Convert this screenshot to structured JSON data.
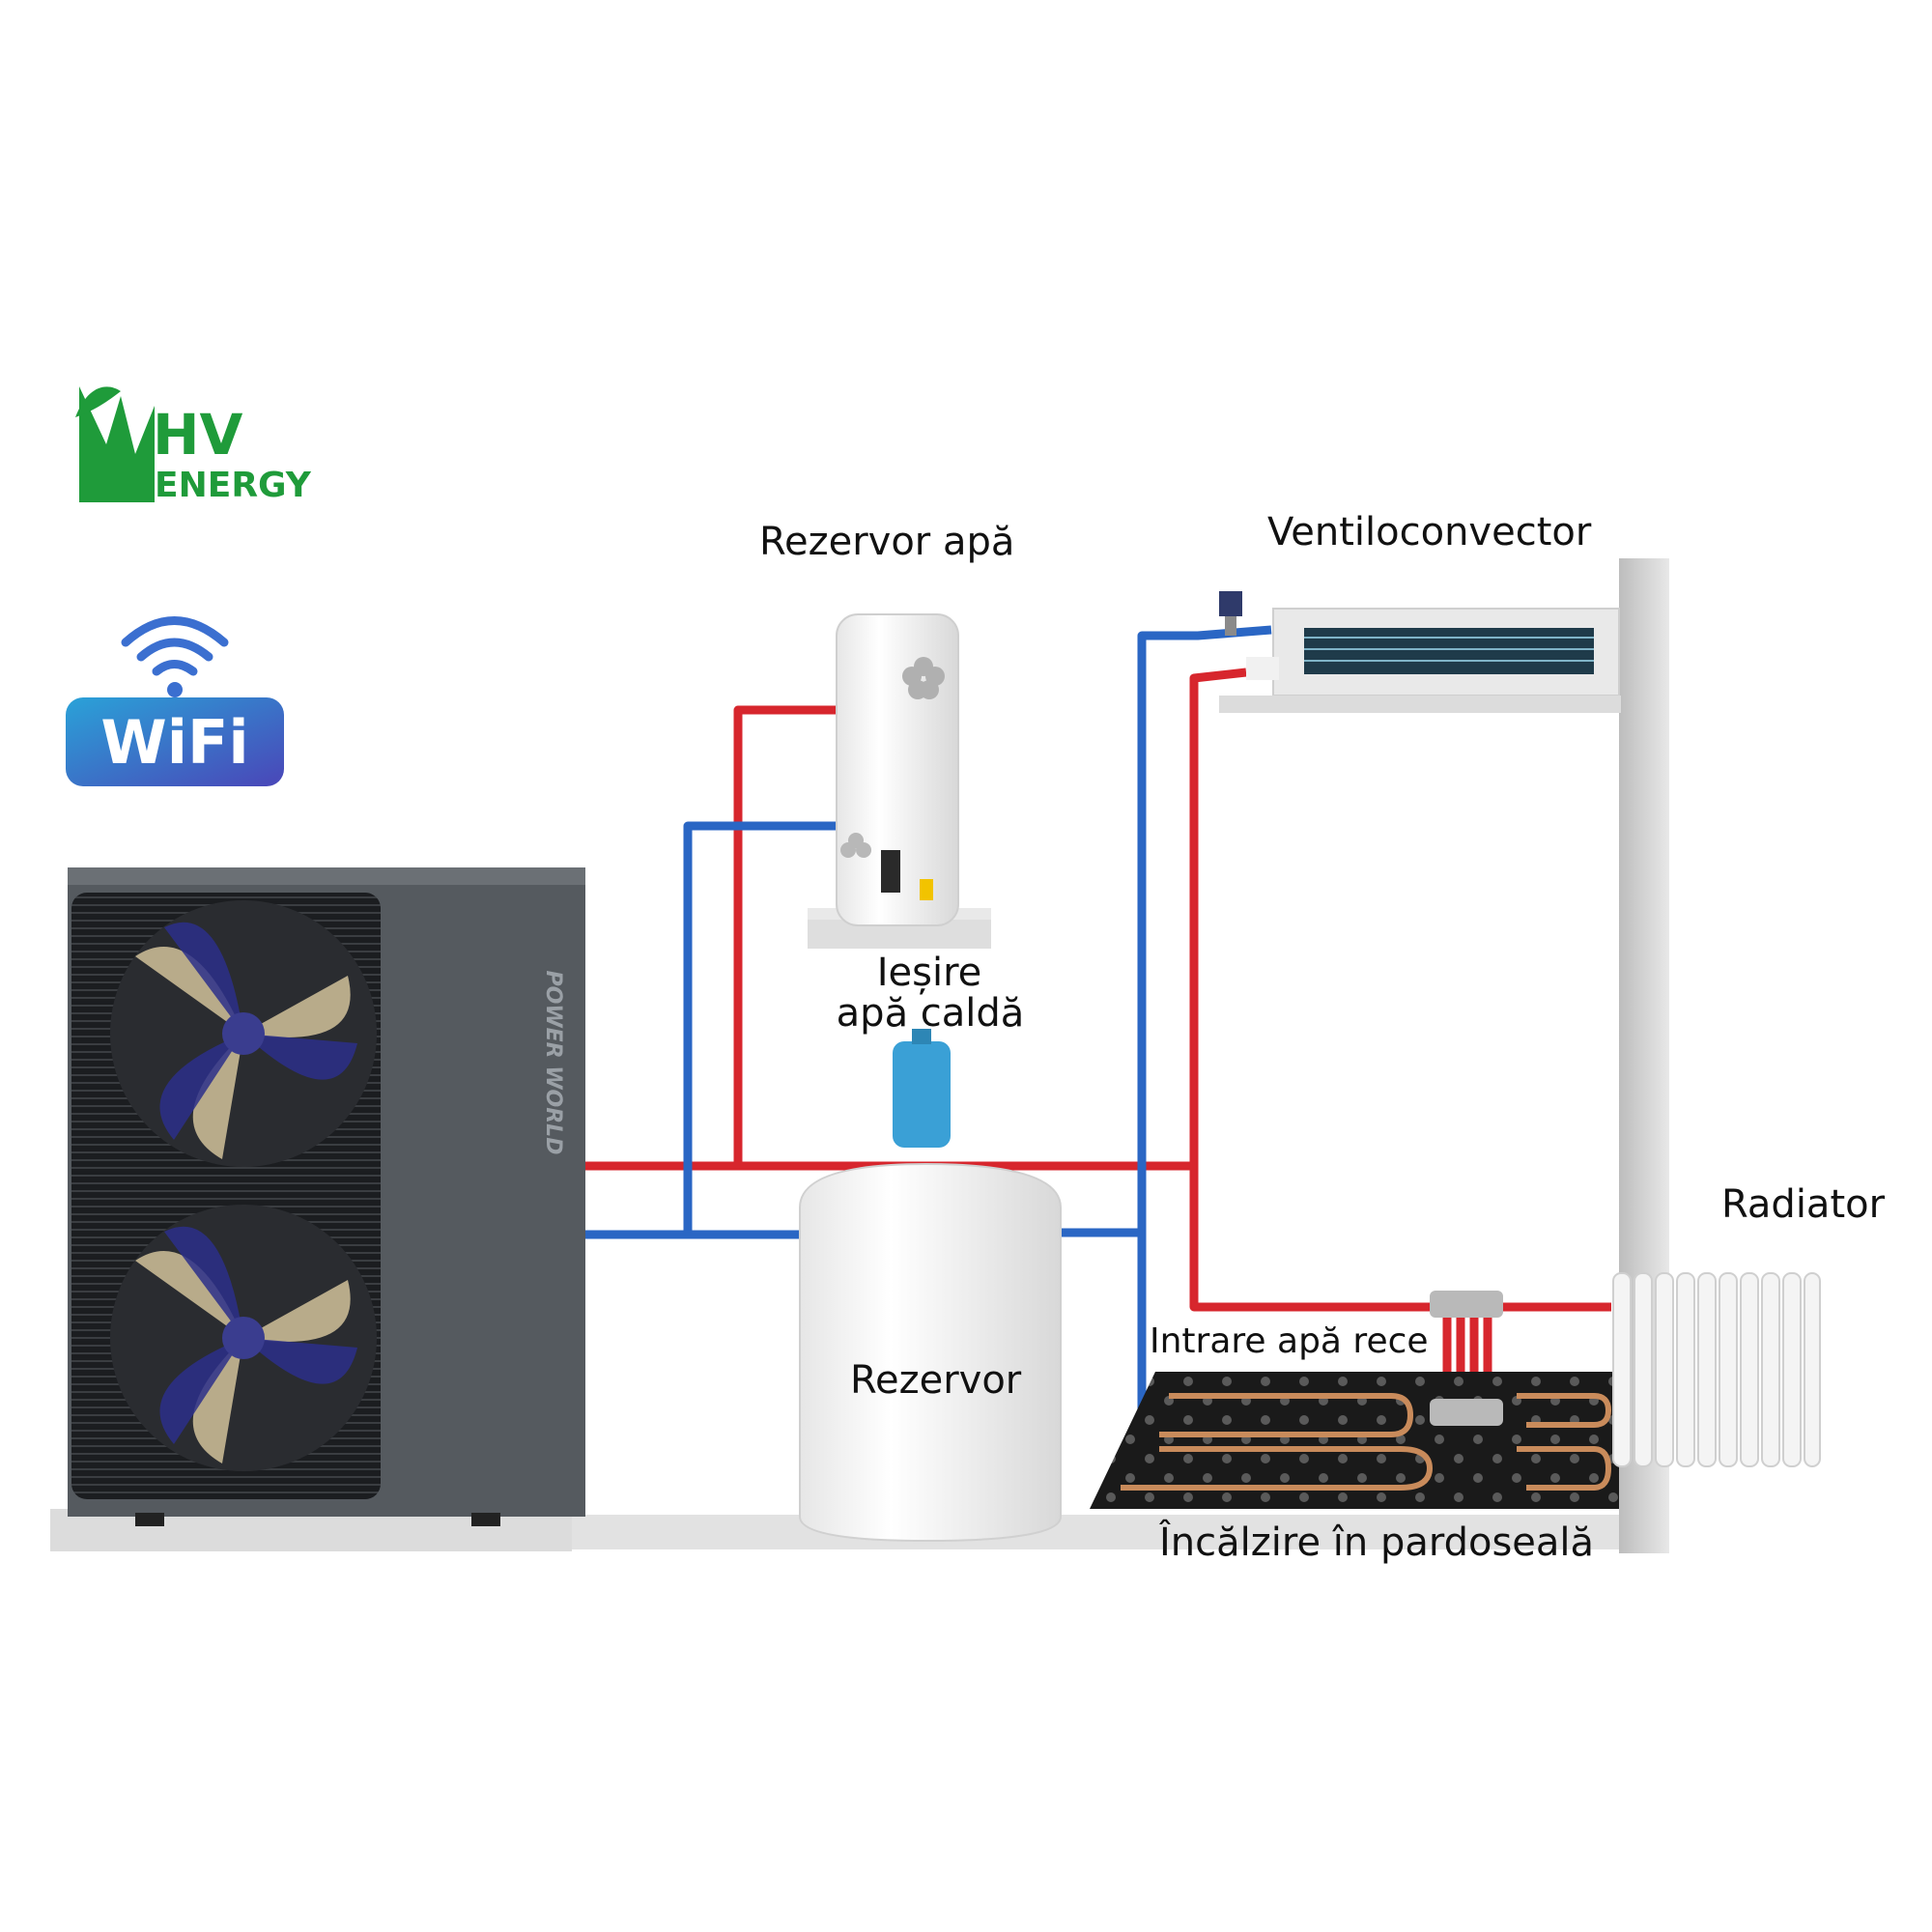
{
  "logo": {
    "line1": "HV",
    "line2": "ENERGY"
  },
  "wifi_badge": {
    "text": "WiFi"
  },
  "heat_pump": {
    "brand": "POWER WORLD"
  },
  "labels": {
    "water_tank": "Rezervor apă",
    "fan_coil": "Ventiloconvector",
    "hot_water_out_line1": "Ieșire",
    "hot_water_out_line2": "apă caldă",
    "radiator": "Radiator",
    "cold_water_in": "Intrare apă rece",
    "buffer_tank": "Rezervor",
    "floor_heating": "Încălzire în pardoseală"
  },
  "colors": {
    "hot_pipe": "#d7262d",
    "cold_pipe": "#2a66c4",
    "logo_green": "#1f9b3a",
    "wifi_blue": "#3b6fd0",
    "unit_gray": "#555a5f",
    "fan_blade": "#2b2f8a"
  }
}
